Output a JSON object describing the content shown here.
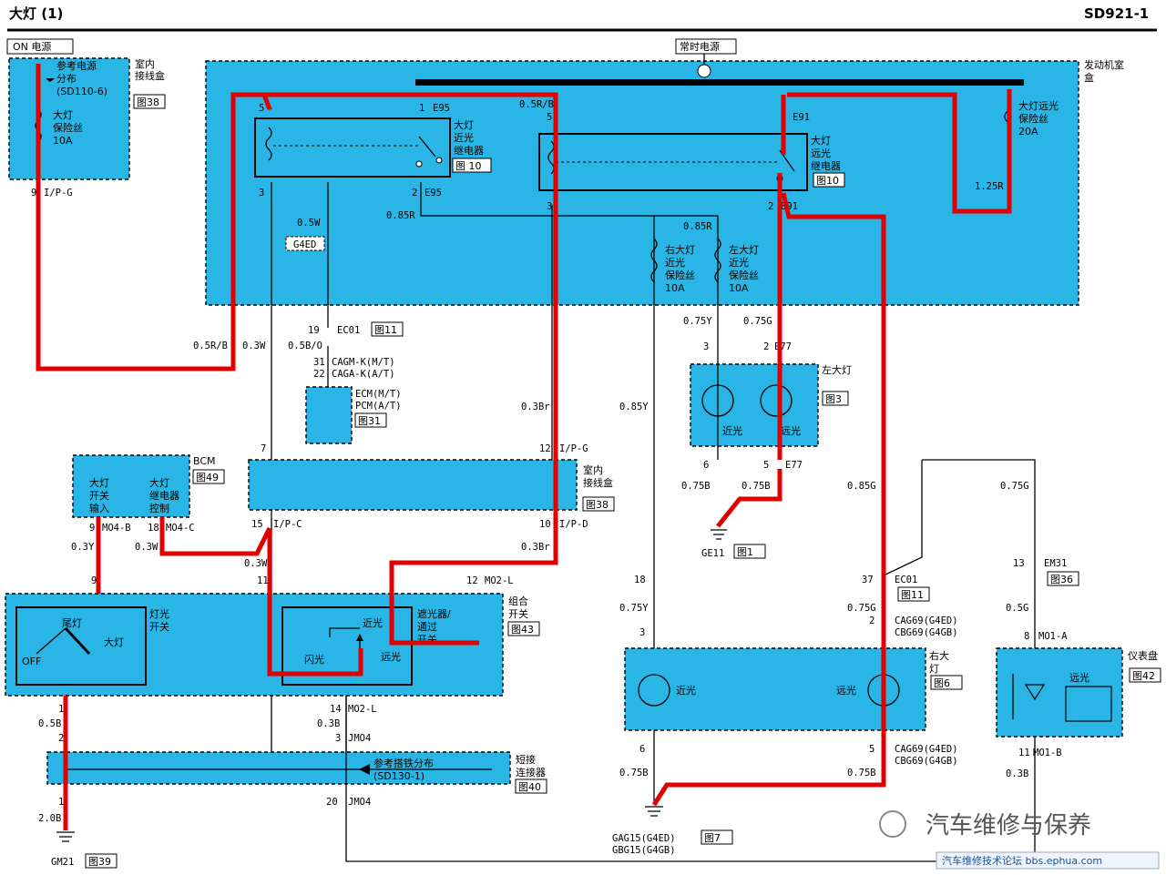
{
  "title": "大灯 (1)",
  "code": "SD921-1",
  "on_power": "ON 电源",
  "const_power": "常时电源",
  "engine_box": [
    "发动机室",
    "盒"
  ],
  "indoor_box": [
    "室内",
    "接线盒"
  ],
  "ref_power": [
    "参考电源",
    "分布",
    "(SD110-6)"
  ],
  "hl_fuse": [
    "大灯",
    "保险丝",
    "10A"
  ],
  "hl_hi_fuse": [
    "大灯远光",
    "保险丝",
    "20A"
  ],
  "lo_relay": [
    "大灯",
    "近光",
    "继电器"
  ],
  "hi_relay": [
    "大灯",
    "远光",
    "继电器"
  ],
  "r_lo_fuse": [
    "右大灯",
    "近光",
    "保险丝",
    "10A"
  ],
  "l_lo_fuse": [
    "左大灯",
    "近光",
    "保险丝",
    "10A"
  ],
  "left_lamp": "左大灯",
  "right_lamp": [
    "右大",
    "灯"
  ],
  "low": "近光",
  "high": "远光",
  "bcm": "BCM",
  "bcm_in": [
    "大灯",
    "开关",
    "输入"
  ],
  "bcm_ctrl": [
    "大灯",
    "继电器",
    "控制"
  ],
  "ecm": [
    "ECM(M/T)",
    "PCM(A/T)"
  ],
  "light_sw": [
    "灯光",
    "开关"
  ],
  "combo_sw": [
    "组合",
    "开关"
  ],
  "dimmer": [
    "遮光器/",
    "通过",
    "开关"
  ],
  "tail": "尾灯",
  "head": "大灯",
  "off": "OFF",
  "flash": "闪光",
  "short_conn": [
    "短接",
    "连接器"
  ],
  "ref_ground": [
    "参考搭铁分布",
    "(SD130-1)"
  ],
  "cluster": "仪表盘",
  "refs": {
    "r38a": "图38",
    "r10a": "图 10",
    "r10b": "图10",
    "r11a": "图11",
    "r31": "图31",
    "r49": "图49",
    "r38b": "图38",
    "r3": "图3",
    "r1": "图1",
    "r43": "图43",
    "r11b": "图11",
    "r36": "图36",
    "r6": "图6",
    "r42": "图42",
    "r40": "图40",
    "r7": "图7",
    "r39": "图39"
  },
  "wires": {
    "w1": "0.5R/B",
    "w2": "0.85R",
    "w3": "0.85R",
    "w4": "1.25R",
    "w5": "0.5W",
    "w6": "0.5R/B",
    "w7": "0.3W",
    "w8": "0.5B/O",
    "w9": "0.3Br",
    "w10": "0.75Y",
    "w11": "0.75G",
    "w12": "0.85Y",
    "w13": "0.75B",
    "w14": "0.75B",
    "w15": "0.85G",
    "w16": "0.75G",
    "w17": "0.3Y",
    "w18": "0.3W",
    "w19": "0.3W",
    "w20": "0.3Br",
    "w21": "0.75Y",
    "w22": "0.75G",
    "w23": "0.5G",
    "w24": "0.5B",
    "w25": "0.3B",
    "w26": "0.75B",
    "w27": "0.75B",
    "w28": "0.3B",
    "w29": "2.0B"
  },
  "conn": {
    "c1": "9",
    "c1b": "I/P-G",
    "c2": "5",
    "c3": "1",
    "c3b": "E95",
    "c4": "3",
    "c5": "2",
    "c5b": "E95",
    "c6": "5",
    "c7": "1",
    "c7b": "E91",
    "c8": "3",
    "c9": "2",
    "c9b": "E91",
    "c10": "G4ED",
    "c11": "19",
    "c11b": "EC01",
    "c12": "31",
    "c12b": "CAGM-K(M/T)",
    "c13": "22",
    "c13b": "CAGA-K(A/T)",
    "c14": "3",
    "c15": "2",
    "c15b": "E77",
    "c16": "6",
    "c17": "5",
    "c17b": "E77",
    "c18": "7",
    "c19": "12",
    "c19b": "I/P-G",
    "c20": "15",
    "c20b": "I/P-C",
    "c21": "10",
    "c21b": "I/P-D",
    "c22": "9",
    "c22b": "MO4-B",
    "c23": "18",
    "c23b": "MO4-C",
    "c24": "9",
    "c25": "11",
    "c26": "12",
    "c26b": "MO2-L",
    "c27": "18",
    "c28": "37",
    "c28b": "EC01",
    "c29": "13",
    "c29b": "EM31",
    "c30": "3",
    "c31": "2",
    "c31b": "CAG69(G4ED)",
    "c31c": "CBG69(G4GB)",
    "c32": "8",
    "c32b": "MO1-A",
    "c33": "1",
    "c34": "14",
    "c34b": "MO2-L",
    "c35": "2",
    "c36": "3",
    "c36b": "JMO4",
    "c37": "6",
    "c38": "5",
    "c38b": "CAG69(G4ED)",
    "c38c": "CBG69(G4GB)",
    "c39": "11",
    "c39b": "MO1-B",
    "c40": "1",
    "c41": "20",
    "c41b": "JMO4"
  },
  "grounds": {
    "ge11": "GE11",
    "gag15": "GAG15(G4ED)",
    "gbg15": "GBG15(G4GB)",
    "gm21": "GM21"
  },
  "watermark": "汽车维修与保养",
  "footer": "汽车维修技术论坛 bbs.ephua.com"
}
